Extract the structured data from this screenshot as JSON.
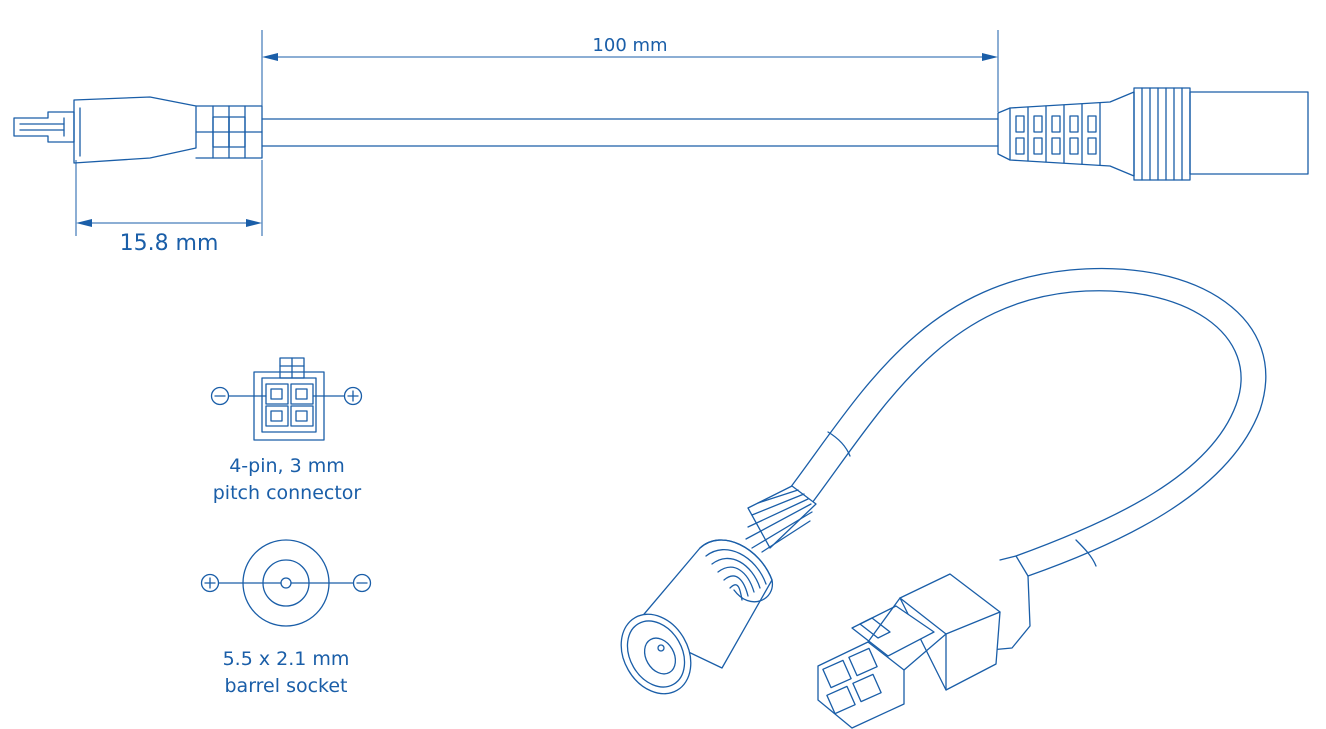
{
  "colors": {
    "stroke": "#1a5ea8",
    "background": "#ffffff"
  },
  "dimensions": {
    "cable_length": "100 mm",
    "connector_length": "15.8 mm"
  },
  "pinout_4pin": {
    "caption_line1": "4-pin, 3 mm",
    "caption_line2": "pitch connector",
    "left_symbol": "minus-icon",
    "right_symbol": "plus-icon"
  },
  "pinout_barrel": {
    "caption_line1": "5.5 x 2.1 mm",
    "caption_line2": "barrel socket",
    "left_symbol": "plus-icon",
    "right_symbol": "minus-icon"
  }
}
